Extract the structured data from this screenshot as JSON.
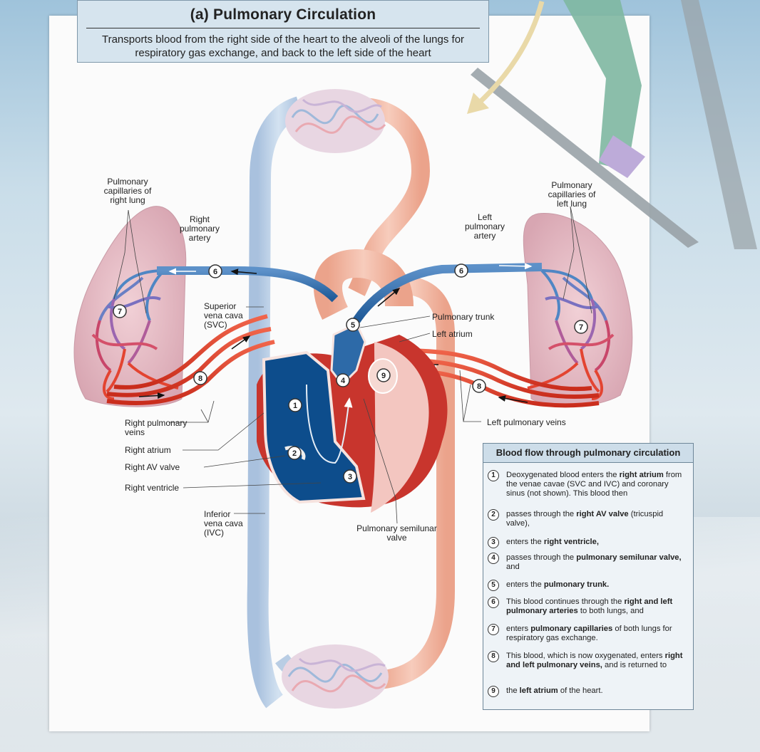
{
  "header": {
    "title": "(a) Pulmonary Circulation",
    "subtitle": "Transports blood from the right side of the heart to the alveoli of the lungs for respiratory gas exchange, and back to the left side of the heart"
  },
  "labels": {
    "cap_right": "Pulmonary capillaries of right lung",
    "rpa": "Right pulmonary artery",
    "lpa": "Left pulmonary artery",
    "cap_left": "Pulmonary capillaries of left lung",
    "svc": "Superior vena cava (SVC)",
    "trunk": "Pulmonary trunk",
    "latrium": "Left atrium",
    "rpv": "Right pulmonary veins",
    "ratrium": "Right atrium",
    "ravvalve": "Right AV valve",
    "rventricle": "Right ventricle",
    "lpv": "Left pulmonary veins",
    "ivc": "Inferior vena cava (IVC)",
    "psv": "Pulmonary semilunar valve"
  },
  "markers": [
    "1",
    "2",
    "3",
    "4",
    "5",
    "6",
    "6",
    "7",
    "7",
    "8",
    "8",
    "9"
  ],
  "legend": {
    "title": "Blood flow through pulmonary circulation",
    "items": [
      {
        "num": "1",
        "pre": "Deoxygenated blood enters the ",
        "bold": "right atrium",
        "post": " from the venae cavae (SVC and IVC) and coronary sinus (not shown). This blood then"
      },
      {
        "num": "2",
        "pre": "passes through the ",
        "bold": "right AV valve",
        "post": " (tricuspid valve),"
      },
      {
        "num": "3",
        "pre": "enters the ",
        "bold": "right ventricle,",
        "post": ""
      },
      {
        "num": "4",
        "pre": "passes through the ",
        "bold": "pulmonary semilunar valve,",
        "post": " and"
      },
      {
        "num": "5",
        "pre": "enters the ",
        "bold": "pulmonary trunk.",
        "post": ""
      },
      {
        "num": "6",
        "pre": "This blood continues through the ",
        "bold": "right and left pulmonary arteries",
        "post": " to both lungs, and"
      },
      {
        "num": "7",
        "pre": "enters ",
        "bold": "pulmonary capillaries",
        "post": " of both lungs for respiratory gas exchange."
      },
      {
        "num": "8",
        "pre": "This blood, which is now oxygenated, enters ",
        "bold": "right and left pulmonary veins,",
        "post": " and is returned to"
      },
      {
        "num": "9",
        "pre": "the ",
        "bold": "left atrium",
        "post": " of the heart."
      }
    ]
  },
  "colors": {
    "deoxygenated": "#2d6aa8",
    "oxygenated": "#d93a2a",
    "vena_cava": "#b9cde4",
    "aorta": "#f2b9a4",
    "lung": "#e3b9c3",
    "heart_chamber": "#0d4d8c"
  },
  "icons": [
    "arrow-icon",
    "flow-arrow-icon"
  ]
}
